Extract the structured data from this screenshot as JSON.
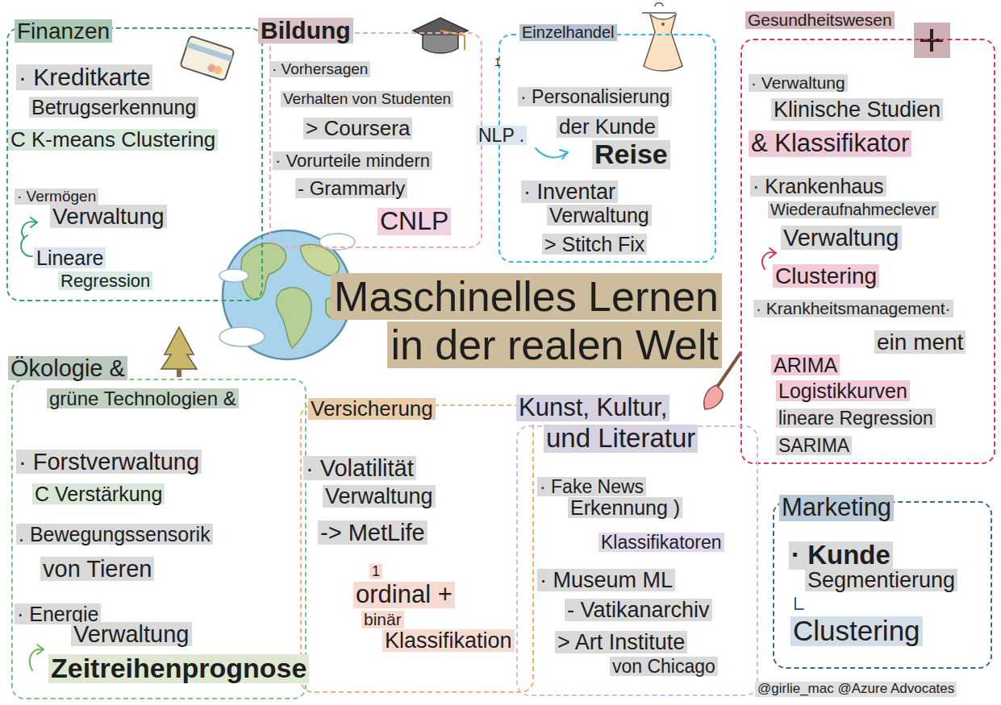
{
  "diagram": {
    "title": "Maschinelles Lernen in der realen Welt",
    "nodes": [
      {
        "text": [
          "Finanzen",
          "· Kreditkarte",
          "Betrugserkennung",
          "C K-means Clustering",
          "· Vermögen",
          "Verwaltung",
          "Lineare",
          "Regression"
        ]
      },
      {
        "text": [
          "Bildung",
          "· Vorhersagen",
          "Verhalten von Studenten",
          "> Coursera",
          "· Vorurteile mindern",
          "- Grammarly",
          "CNLP"
        ]
      },
      {
        "text": [
          "Einzelhandel",
          "· Personalisierung",
          "NLP .",
          "der Kunde",
          "Reise",
          "· Inventar",
          "Verwaltung",
          "> Stitch Fix"
        ]
      },
      {
        "text": [
          "Gesundheitswesen",
          "· Verwaltung",
          "Klinische Studien",
          "& Klassifikator",
          "· Krankenhaus",
          "Wiederaufnahmeclever",
          "Verwaltung",
          "Clustering",
          "· Krankheitsmanagement·",
          "ein ment",
          "ARIMA",
          "Logistikkurven",
          "lineare Regression",
          "SARIMA"
        ]
      },
      {
        "text": [
          "Ökologie &",
          "grüne Technologien &",
          "· Forstverwaltung",
          "C Verstärkung",
          ". Bewegungssensorik",
          "von Tieren",
          "· Energie",
          "Verwaltung",
          "Zeitreihenprognose"
        ]
      },
      {
        "text": [
          "Versicherung",
          "· Volatilität",
          "Verwaltung",
          "-> MetLife",
          "1",
          "ordinal +",
          "binär",
          "Klassifikation"
        ]
      },
      {
        "text": [
          "Kunst, Kultur,",
          "und Literatur",
          "· Fake News",
          "Erkennung )",
          "Klassifikatoren",
          "· Museum ML",
          "- Vatikanarchiv",
          "> Art Institute",
          "von Chicago"
        ]
      },
      {
        "text": [
          "Marketing",
          "· Kunde",
          "Segmentierung",
          "Clustering"
        ]
      }
    ],
    "labels": [
      "1",
      "@girlie_mac @Azure Advocates"
    ]
  }
}
